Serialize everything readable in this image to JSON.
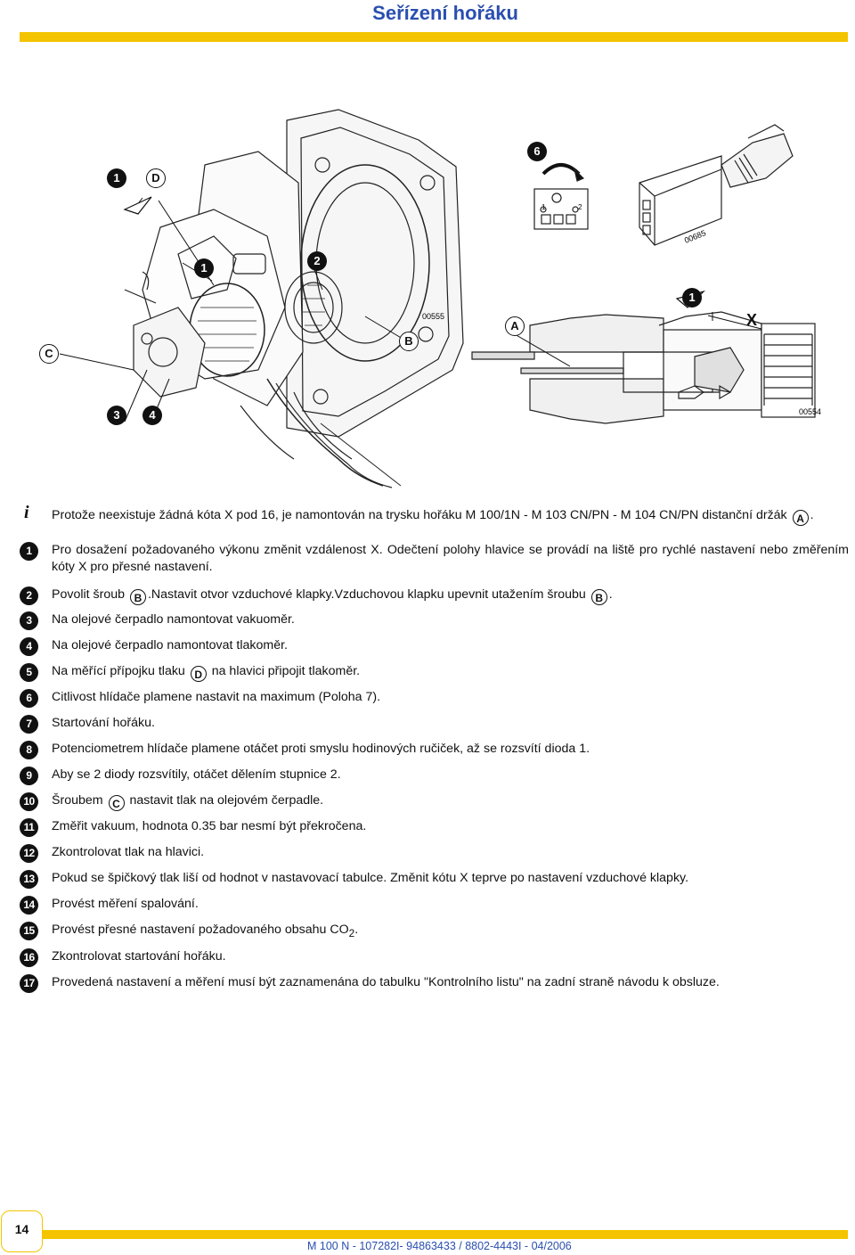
{
  "header": {
    "title": "Seřízení hořáku"
  },
  "figure": {
    "callouts": {
      "one_a": "1",
      "d": "D",
      "six": "6",
      "one_b": "1",
      "two": "2",
      "one_c": "1",
      "x": "X",
      "a": "A",
      "b": "B",
      "c": "C",
      "three": "3",
      "four": "4"
    },
    "codes": {
      "left": "00555",
      "right_top": "00685",
      "right_bottom": "00554"
    },
    "dial_labels": {
      "l1": "1",
      "l2": "2"
    }
  },
  "instructions": {
    "info": {
      "icon": "i",
      "text_before": "Protože neexistuje žádná kóta X pod 16, je namontován na trysku hořáku M 100/1N - M 103 CN/PN - M 104 CN/PN distanční držák ",
      "ref": "A",
      "text_after": "."
    },
    "steps": [
      {
        "num": "1",
        "text": "Pro dosažení požadovaného výkonu změnit vzdálenost X. Odečtení polohy hlavice se provádí na liště pro rychlé nastavení nebo změřením kóty X pro přesné nastavení."
      },
      {
        "num": "2",
        "pre": "Povolit šroub ",
        "ref1": "B",
        "mid": ".Nastavit otvor vzduchové klapky.Vzduchovou klapku upevnit utažením šroubu ",
        "ref2": "B",
        "post": "."
      },
      {
        "num": "3",
        "text": "Na olejové čerpadlo namontovat vakuoměr."
      },
      {
        "num": "4",
        "text": "Na olejové čerpadlo namontovat tlakoměr."
      },
      {
        "num": "5",
        "pre": "Na měřící přípojku tlaku ",
        "ref1": "D",
        "mid": " na hlavici připojit tlakoměr."
      },
      {
        "num": "6",
        "text": "Citlivost hlídače plamene nastavit na maximum (Poloha 7)."
      },
      {
        "num": "7",
        "text": "Startování hořáku."
      },
      {
        "num": "8",
        "text": "Potenciometrem hlídače plamene otáčet proti smyslu hodinových ručiček, až se rozsvítí dioda 1."
      },
      {
        "num": "9",
        "text": "Aby se 2 diody rozsvítily, otáčet dělením stupnice 2."
      },
      {
        "num": "10",
        "pre": "Šroubem ",
        "ref1": "C",
        "mid": " nastavit tlak na olejovém čerpadle."
      },
      {
        "num": "11",
        "text": "Změřit vakuum, hodnota 0.35 bar nesmí být překročena."
      },
      {
        "num": "12",
        "text": "Zkontrolovat tlak na hlavici."
      },
      {
        "num": "13",
        "text": "Pokud se špičkový tlak liší od hodnot v nastavovací tabulce. Změnit kótu X teprve po nastavení vzduchové klapky."
      },
      {
        "num": "14",
        "text": "Provést měření spalování."
      },
      {
        "num": "15",
        "pre": "Provést přesné nastavení požadovaného obsahu CO",
        "sub": "2",
        "post": "."
      },
      {
        "num": "16",
        "text": "Zkontrolovat startování hořáku."
      },
      {
        "num": "17",
        "text": "Provedená nastavení a měření musí být zaznamenána do tabulku \"Kontrolního listu\" na zadní straně návodu k obsluze."
      }
    ]
  },
  "footer": {
    "page_number": "14",
    "doc_ref": "M 100 N - 107282I- 94863433 / 8802-4443I - 04/2006"
  },
  "colors": {
    "accent_yellow": "#f4c400",
    "title_blue": "#2a4fb0"
  }
}
